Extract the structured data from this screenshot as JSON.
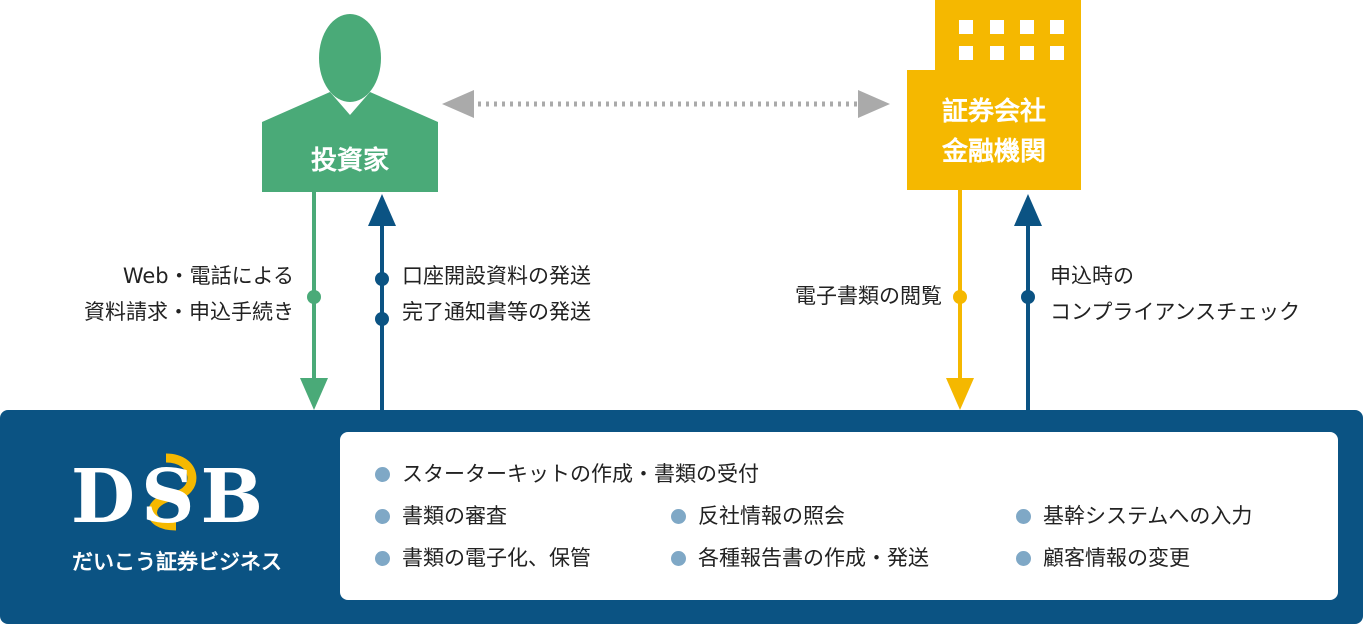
{
  "colors": {
    "investor_green": "#4aaa78",
    "company_yellow": "#f5b800",
    "navy": "#0b5383",
    "connector_gray": "#aaaaaa",
    "service_dot": "#7fa8c6"
  },
  "nodes": {
    "investor": {
      "label": "投資家",
      "icon": "person-icon"
    },
    "company": {
      "line1": "証券会社",
      "line2": "金融機関",
      "icon": "building-icon"
    }
  },
  "flows": {
    "investor_to_dsb": [
      "Web・電話による",
      "資料請求・申込手続き"
    ],
    "dsb_to_investor": [
      "口座開設資料の発送",
      "完了通知書等の発送"
    ],
    "company_to_dsb": [
      "電子書類の閲覧"
    ],
    "dsb_to_company": [
      "申込時の",
      "コンプライアンスチェック"
    ]
  },
  "dsb": {
    "logo_text": "DSB",
    "name": "だいこう証券ビジネス"
  },
  "services": {
    "row1": [
      "スターターキットの作成・書類の受付"
    ],
    "row2": [
      "書類の審査",
      "反社情報の照会",
      "基幹システムへの入力"
    ],
    "row3": [
      "書類の電子化、保管",
      "各種報告書の作成・発送",
      "顧客情報の変更"
    ]
  }
}
